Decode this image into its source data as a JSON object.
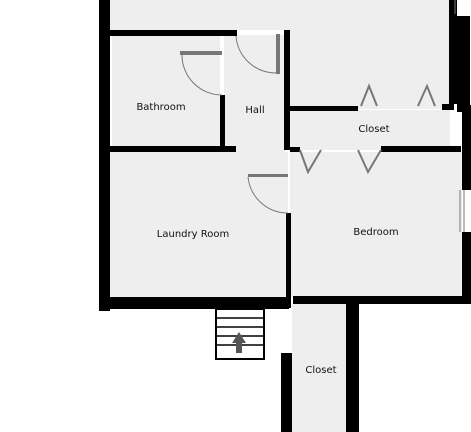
{
  "floorplan": {
    "colors": {
      "wall": "#000000",
      "floor": "#eeeeee",
      "door": "#777777",
      "background": "#ffffff"
    },
    "rooms": {
      "bathroom": "Bathroom",
      "hall": "Hall",
      "closet_upper": "Closet",
      "laundry": "Laundry Room",
      "bedroom": "Bedroom",
      "closet_lower": "Closet"
    },
    "stairs": {
      "direction": "up",
      "icon": "arrow-up-icon"
    }
  }
}
